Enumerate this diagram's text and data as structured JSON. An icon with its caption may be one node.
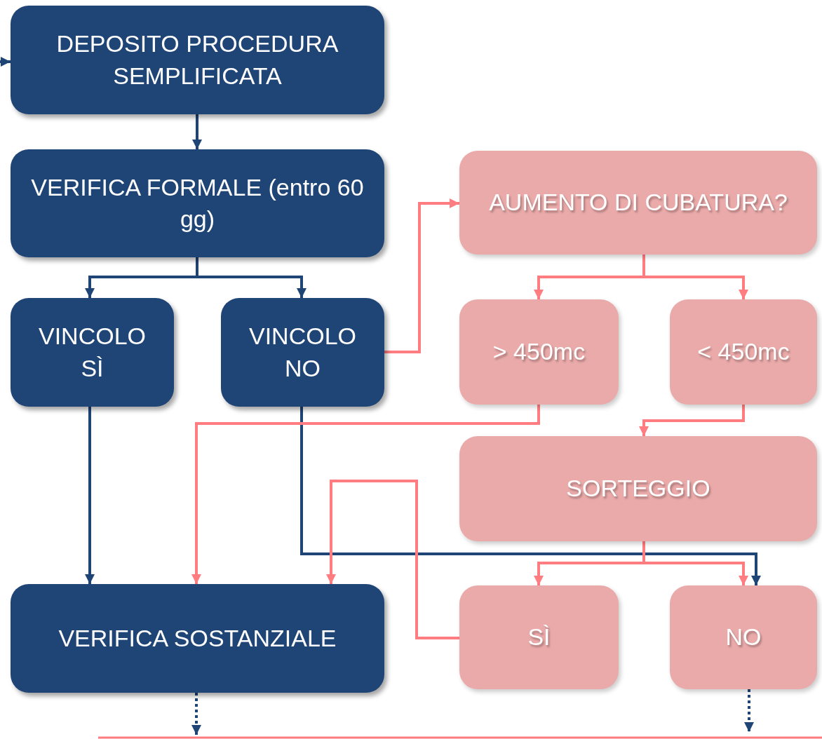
{
  "diagram": {
    "nodes": [
      {
        "text": [
          "DEPOSITO PROCEDURA SEMPLIFICATA"
        ]
      },
      {
        "text": [
          "VERIFICA FORMALE (entro 60 gg)"
        ]
      },
      {
        "text": [
          "VINCOLO SÌ"
        ]
      },
      {
        "text": [
          "VINCOLO NO"
        ]
      },
      {
        "text": [
          "VERIFICA SOSTANZIALE"
        ]
      },
      {
        "text": [
          "AUMENTO DI CUBATURA?"
        ]
      },
      {
        "text": [
          "> 450mc"
        ]
      },
      {
        "text": [
          "< 450mc"
        ]
      },
      {
        "text": [
          "SORTEGGIO"
        ]
      },
      {
        "text": [
          "SÌ"
        ]
      },
      {
        "text": [
          "NO"
        ]
      }
    ],
    "edges": [
      {
        "from": null,
        "to": 0,
        "arrow": "to",
        "color": "#1f4576"
      },
      {
        "from": 0,
        "to": 1,
        "arrow": "to",
        "color": "#1f4576"
      },
      {
        "from": 1,
        "to": 2,
        "arrow": "to",
        "color": "#1f4576"
      },
      {
        "from": 1,
        "to": 3,
        "arrow": "to",
        "color": "#1f4576"
      },
      {
        "from": 2,
        "to": 4,
        "arrow": "to",
        "color": "#1f4576"
      },
      {
        "from": 3,
        "to": 10,
        "arrow": "to",
        "color": "#1f4576"
      },
      {
        "from": 3,
        "to": 5,
        "arrow": "to",
        "color": "#ff7c80"
      },
      {
        "from": 5,
        "to": 6,
        "arrow": "to",
        "color": "#ff7c80"
      },
      {
        "from": 5,
        "to": 7,
        "arrow": "to",
        "color": "#ff7c80"
      },
      {
        "from": 6,
        "to": 4,
        "arrow": "to",
        "color": "#ff7c80"
      },
      {
        "from": 7,
        "to": 8,
        "arrow": "to",
        "color": "#ff7c80"
      },
      {
        "from": 8,
        "to": 9,
        "arrow": "to",
        "color": "#ff7c80"
      },
      {
        "from": 8,
        "to": 10,
        "arrow": "to",
        "color": "#ff7c80"
      },
      {
        "from": 9,
        "to": 4,
        "arrow": "to",
        "color": "#ff7c80"
      },
      {
        "from": 4,
        "to": null,
        "arrow": "to",
        "style": "dashed",
        "color": "#1f4576"
      },
      {
        "from": 10,
        "to": null,
        "arrow": "to",
        "style": "dashed",
        "color": "#1f4576"
      }
    ]
  }
}
